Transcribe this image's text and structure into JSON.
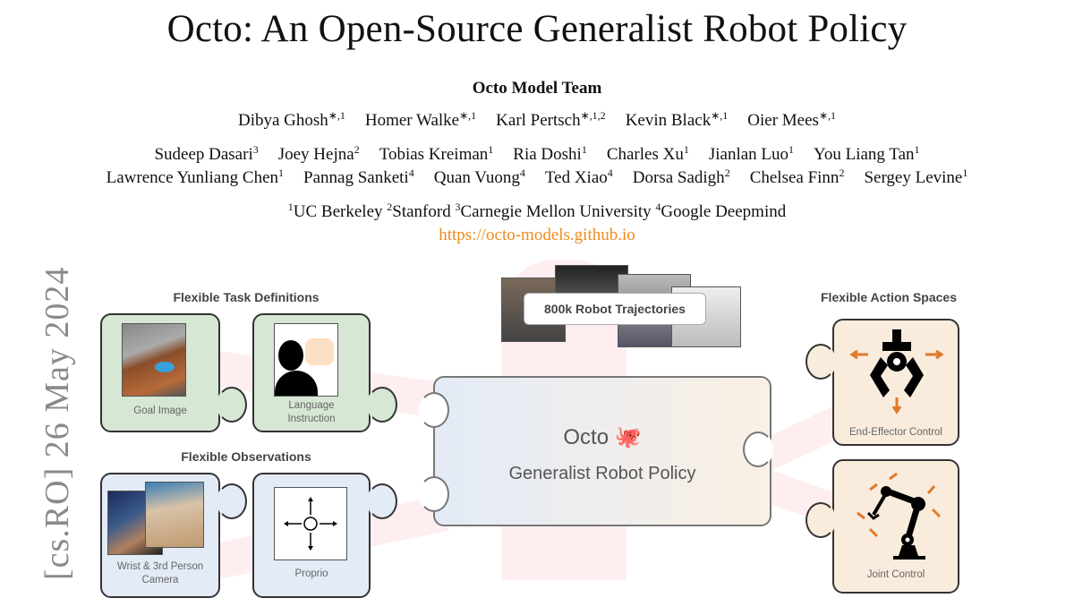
{
  "title": "Octo: An Open-Source Generalist Robot Policy",
  "team": "Octo Model Team",
  "author_rows": [
    [
      {
        "name": "Dibya Ghosh",
        "sup": "∗,1"
      },
      {
        "name": "Homer Walke",
        "sup": "∗,1"
      },
      {
        "name": "Karl Pertsch",
        "sup": "∗,1,2"
      },
      {
        "name": "Kevin Black",
        "sup": "∗,1"
      },
      {
        "name": "Oier Mees",
        "sup": "∗,1"
      }
    ],
    [
      {
        "name": "Sudeep Dasari",
        "sup": "3"
      },
      {
        "name": "Joey Hejna",
        "sup": "2"
      },
      {
        "name": "Tobias Kreiman",
        "sup": "1"
      },
      {
        "name": "Ria Doshi",
        "sup": "1"
      },
      {
        "name": "Charles Xu",
        "sup": "1"
      },
      {
        "name": "Jianlan Luo",
        "sup": "1"
      },
      {
        "name": "You Liang Tan",
        "sup": "1"
      }
    ],
    [
      {
        "name": "Lawrence Yunliang Chen",
        "sup": "1"
      },
      {
        "name": "Pannag Sanketi",
        "sup": "4"
      },
      {
        "name": "Quan Vuong",
        "sup": "4"
      },
      {
        "name": "Ted Xiao",
        "sup": "4"
      },
      {
        "name": "Dorsa Sadigh",
        "sup": "2"
      },
      {
        "name": "Chelsea Finn",
        "sup": "2"
      },
      {
        "name": "Sergey Levine",
        "sup": "1"
      }
    ]
  ],
  "affiliations": [
    {
      "sup": "1",
      "name": "UC Berkeley"
    },
    {
      "sup": "2",
      "name": "Stanford"
    },
    {
      "sup": "3",
      "name": "Carnegie Mellon University"
    },
    {
      "sup": "4",
      "name": "Google Deepmind"
    }
  ],
  "url": "https://octo-models.github.io",
  "arxiv_stamp": "[cs.RO]  26 May 2024",
  "link_color": "#f08a1c",
  "figure": {
    "task_header": "Flexible Task Definitions",
    "goal_image": "Goal Image",
    "language_line1": "Language",
    "language_line2": "Instruction",
    "obs_header": "Flexible Observations",
    "camera_line1": "Wrist & 3rd Person",
    "camera_line2": "Camera",
    "proprio": "Proprio",
    "trajectories": "800k Robot Trajectories",
    "model_name": "Octo",
    "model_emoji": "🐙",
    "model_subtitle": "Generalist Robot Policy",
    "action_header": "Flexible Action Spaces",
    "ee_control": "End-Effector Control",
    "joint_control": "Joint Control"
  }
}
